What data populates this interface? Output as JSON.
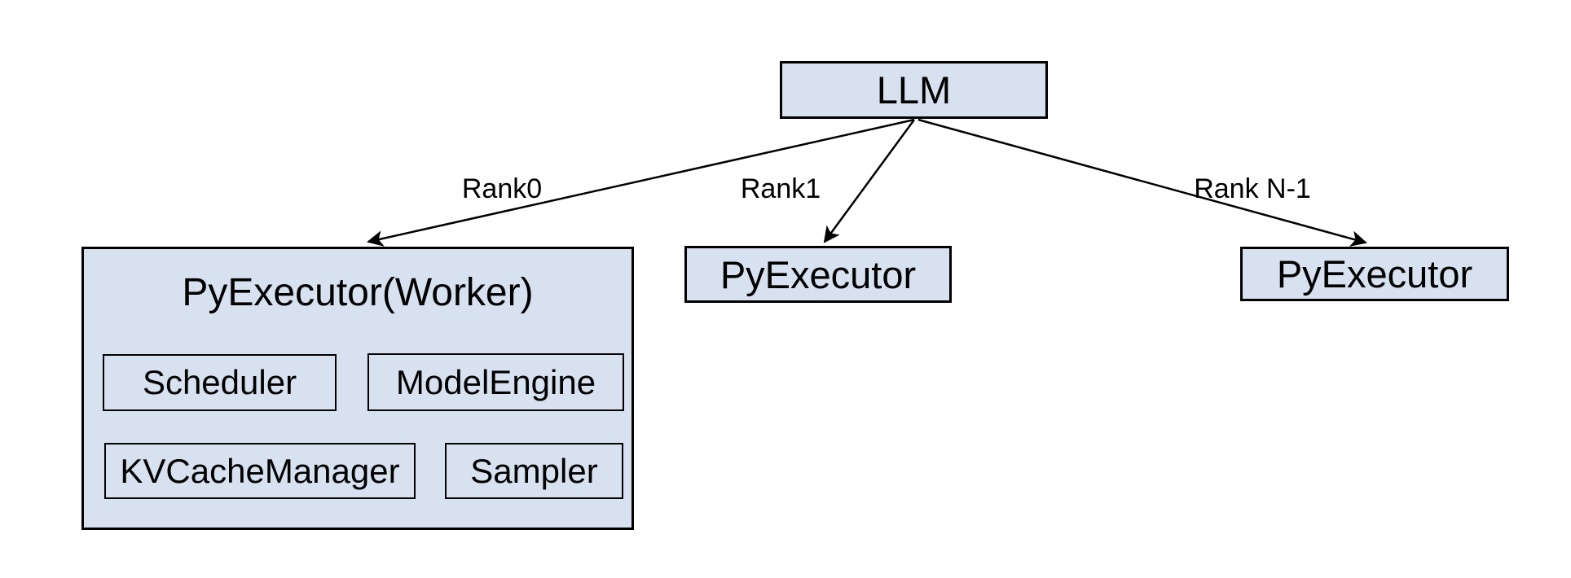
{
  "diagram": {
    "colors": {
      "background": "#ffffff",
      "node_fill": "#d8e1f0",
      "node_border": "#000000",
      "edge_color": "#000000",
      "text_color": "#000000"
    },
    "root": {
      "label": "LLM"
    },
    "edges": [
      {
        "label": "Rank0"
      },
      {
        "label": "Rank1"
      },
      {
        "label": "Rank N-1"
      }
    ],
    "workers": {
      "rank0": {
        "label": "PyExecutor(Worker)",
        "components": [
          "Scheduler",
          "ModelEngine",
          "KVCacheManager",
          "Sampler"
        ]
      },
      "rank1": {
        "label": "PyExecutor"
      },
      "rankN": {
        "label": "PyExecutor"
      }
    }
  }
}
